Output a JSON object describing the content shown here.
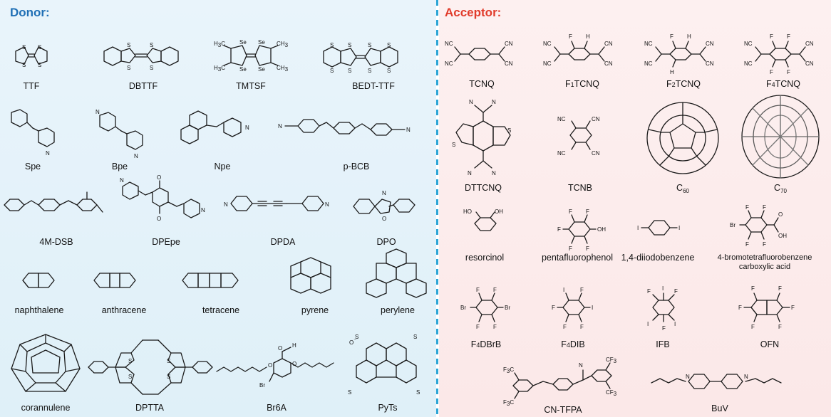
{
  "headings": {
    "donor": "Donor:",
    "acceptor": "Acceptor:"
  },
  "donors": [
    {
      "id": "ttf",
      "label": "TTF"
    },
    {
      "id": "dbttf",
      "label": "DBTTF"
    },
    {
      "id": "tmtsf",
      "label": "TMTSF"
    },
    {
      "id": "bedt",
      "label": "BEDT-TTF"
    },
    {
      "id": "spe",
      "label": "Spe"
    },
    {
      "id": "bpe",
      "label": "Bpe"
    },
    {
      "id": "npe",
      "label": "Npe"
    },
    {
      "id": "pbcb",
      "label": "p-BCB"
    },
    {
      "id": "m4dsb",
      "label": "4M-DSB"
    },
    {
      "id": "dpepe",
      "label": "DPEpe"
    },
    {
      "id": "dpda",
      "label": "DPDA"
    },
    {
      "id": "dpo",
      "label": "DPO"
    },
    {
      "id": "naph",
      "label": "naphthalene"
    },
    {
      "id": "anth",
      "label": "anthracene"
    },
    {
      "id": "tetr",
      "label": "tetracene"
    },
    {
      "id": "pyr",
      "label": "pyrene"
    },
    {
      "id": "pery",
      "label": "perylene"
    },
    {
      "id": "cora",
      "label": "corannulene"
    },
    {
      "id": "dptta",
      "label": "DPTTA"
    },
    {
      "id": "br6a",
      "label": "Br6A"
    },
    {
      "id": "pyts",
      "label": "PyTs"
    }
  ],
  "acceptors": [
    {
      "id": "tcnq",
      "label": "TCNQ"
    },
    {
      "id": "f1tcnq",
      "label": "F",
      "sub": "1",
      "label2": "TCNQ"
    },
    {
      "id": "f2tcnq",
      "label": "F",
      "sub": "2",
      "label2": "TCNQ"
    },
    {
      "id": "f4tcnq",
      "label": "F",
      "sub": "4",
      "label2": "TCNQ"
    },
    {
      "id": "dttcnq",
      "label": "DTTCNQ"
    },
    {
      "id": "tcnb",
      "label": "TCNB"
    },
    {
      "id": "c60",
      "label": "C",
      "sub": "60"
    },
    {
      "id": "c70",
      "label": "C",
      "sub": "70"
    },
    {
      "id": "reso",
      "label": "resorcinol"
    },
    {
      "id": "pfp",
      "label": "pentafluorophenol"
    },
    {
      "id": "diio",
      "label": "1,4-diiodobenzene"
    },
    {
      "id": "btfb",
      "label": "4-bromotetrafluorobenzene",
      "label2": "carboxylic acid"
    },
    {
      "id": "f4dbrb",
      "label": "F",
      "sub": "4",
      "label2": "DBrB"
    },
    {
      "id": "f4dib",
      "label": "F",
      "sub": "4",
      "label2": "DIB"
    },
    {
      "id": "ifb",
      "label": "IFB"
    },
    {
      "id": "ofn",
      "label": "OFN"
    },
    {
      "id": "cntfpa",
      "label": "CN-TFPA"
    },
    {
      "id": "buv",
      "label": "BuV"
    }
  ],
  "atoms": {
    "S": "S",
    "Se": "Se",
    "N": "N",
    "O": "O",
    "F": "F",
    "H": "H",
    "I": "I",
    "Br": "Br",
    "NC": "NC",
    "CN": "CN",
    "HO": "HO",
    "OH": "OH",
    "CH3": "CH",
    "H3C": "H",
    "CF3": "CF",
    "F3C": "F"
  },
  "colors": {
    "donor_heading": "#1f6fb5",
    "acceptor_heading": "#e13b2b",
    "divider": "#2ba5d6"
  }
}
